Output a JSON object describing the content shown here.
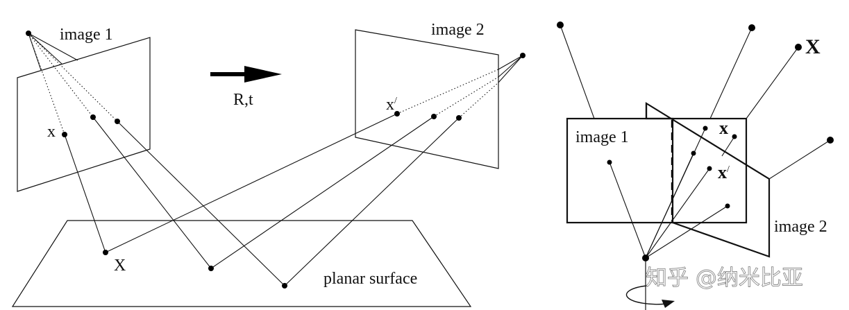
{
  "left_panel": {
    "image1_label": "image 1",
    "image2_label": "image 2",
    "motion_label": "R,t",
    "point_x_label": "x",
    "point_xprime_label": "x",
    "prime_mark": "/",
    "world_point_label": "X",
    "surface_label": "planar surface"
  },
  "right_panel": {
    "world_point_label": "X",
    "point_x_label": "x",
    "point_xprime_label": "x",
    "prime_mark": "/",
    "image1_label": "image 1",
    "image2_label": "image 2"
  },
  "watermark": {
    "text": "知乎 @纳米比亚"
  }
}
